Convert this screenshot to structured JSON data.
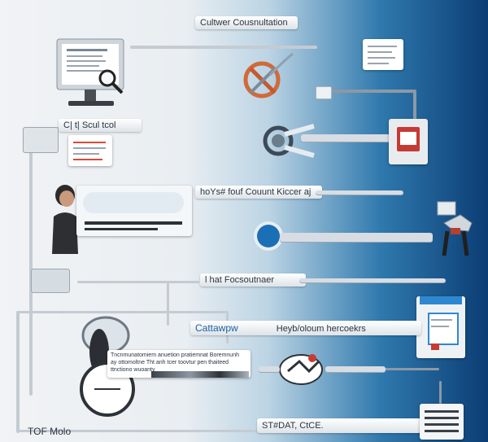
{
  "labels": {
    "top_title": "Cultwer Cousnultation",
    "desk_tab": "C| t| Scul tcol",
    "middle_bar": "hoYs# fouf Couunt Kiccer aj",
    "lower_bar": "l hat Focsoutnaer",
    "wide_bar_left": "Cattawpw",
    "wide_bar_right": "Heyb/oloum hercoekrs",
    "note_line_1": "Tncnmunatomiem anuetion pratiemnat Boremnunh",
    "note_line_2": "ay ottomoltne Tht anh tcer toovtur pen thaiteed",
    "note_line_3": "ttnctiono wuoanty",
    "bottom_left": "TOF Molo",
    "bottom_bar": "ST#DAT, CtCE."
  },
  "colors": {
    "accent_blue": "#1f5fa0",
    "accent_red": "#d84a3b",
    "panel_gray": "#d7dde3"
  },
  "icons": [
    "monitor-icon",
    "magnifier-icon",
    "tools-icon",
    "document-icon",
    "phone-icon",
    "stethoscope-icon",
    "folder-icon",
    "patient-icon",
    "mouse-icon",
    "wrench-hand-icon",
    "clipboard-icon",
    "heart-icon",
    "handshake-icon",
    "printer-icon"
  ]
}
